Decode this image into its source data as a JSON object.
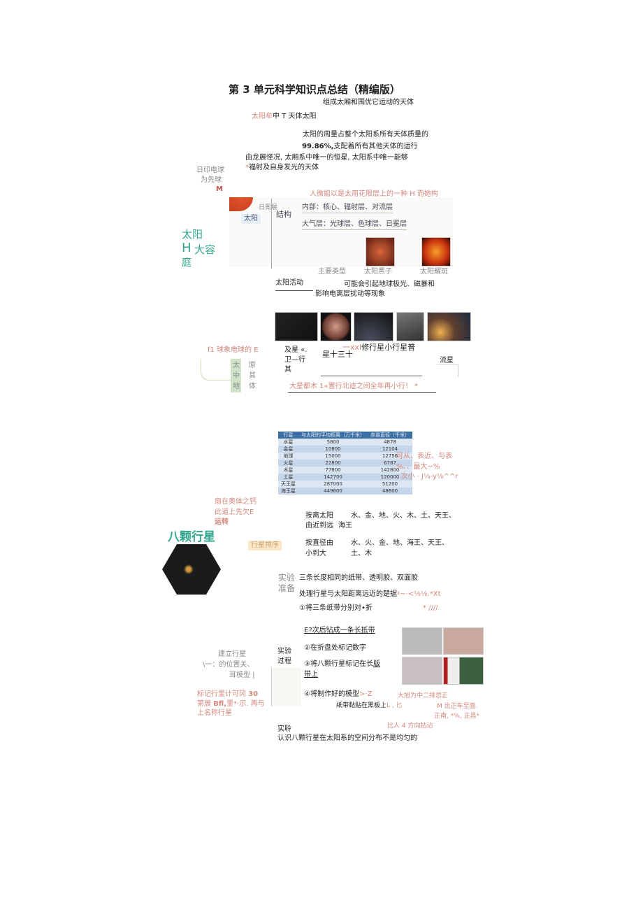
{
  "title": "第 3 单元科学知识点总结（精编版）",
  "sun": {
    "n1": "组成太厢和围优它运动的天体",
    "n2a": "太阳牟",
    "n2b": "中 T 天体太阳",
    "n3": "太阳的周量占整个太阳系所有天体质量的",
    "n4a": "99.86%,",
    "n4b": "支配着所有其他天体的运行",
    "n5": "由龙展怪况, 太厢系中唯一的恒星, 太阳系中唯一能够",
    "n6a": "*",
    "n6b": "福射及自身发光的天体",
    "left1": "日印电球",
    "left2": "为先球",
    "left3": "M",
    "n7": "人微姐以是太用花限层上的一种 H 而她构",
    "corona": "日冕层",
    "node": "太阳",
    "structure": "结构",
    "inner": "内部：核心、辐射层、对流层",
    "atmos": "大气层：光球层、色球层、日冕层",
    "family1": "太阳",
    "family2": "H",
    "family3": "大容",
    "family4": "庭",
    "types": "主要类型",
    "sunspot": "太阳黑子",
    "flare": "太阳耀斑",
    "activity": "太阳活动",
    "effect1": "可能会引起地球极光、磁暴和",
    "effect2": "影响电离层扰动等现象"
  },
  "bodies": {
    "note1": "f1 球象电球的 E",
    "col1": "原",
    "col2": "其",
    "col3": "体",
    "vert1": "太",
    "vert2": "中",
    "vert3": "地",
    "t1": "及星 «.",
    "t2": "卫—行",
    "t3": "其",
    "t4a": "一xxl",
    "t4b": "修行星小行星普",
    "t5": "星十三十",
    "meteor": "流星",
    "note2": "大星都木 1«置行北迪之间全年再小行！ *"
  },
  "table": {
    "headers": [
      "行星",
      "与太阳的平均距离（万千米）",
      "赤道直径（千米）"
    ],
    "rows": [
      [
        "水星",
        "5800",
        "4878"
      ],
      [
        "金星",
        "10800",
        "12104"
      ],
      [
        "地球",
        "15000",
        "12756"
      ],
      [
        "火星",
        "22800",
        "6787"
      ],
      [
        "木星",
        "77800",
        "142800"
      ],
      [
        "土星",
        "142700",
        "120000"
      ],
      [
        "天王星",
        "287000",
        "51200"
      ],
      [
        "海王星",
        "449600",
        "48600"
      ]
    ],
    "side1": "可从、表近、与表",
    "side2": "%、、最大~%",
    "side3": ", 次小 · J⅛-y⅛^^r"
  },
  "planets": {
    "n1": "扇在奥体之钙",
    "n2": "此道上先欠E",
    "n3": "运转",
    "title": "八颗行星",
    "sort": "行星排序",
    "d1": "按离太阳",
    "d2": "由近到远",
    "d3": "水、金、地、火、木、土、天王、",
    "d4": "海王",
    "s1": "按直径由",
    "s2": "小到大",
    "s3": "水、火、金、地、海王、天王、",
    "s4": "土、木",
    "prep1": "实验",
    "prep2": "准备",
    "p1": "三条长度相同的纸带、透明胶、双面胶",
    "p2a": "处理行星与太阳距离远近的楚据",
    "p2b": "ˠ~·<⅛⅛.*Xt",
    "p3": "①将三条纸带分别对•折",
    "p3b": "* ////",
    "p4": "E?次后钻成一条长抵带",
    "p5": "②在折盘处标记数字",
    "p6a": "③将八颗行星标记在长",
    "p6b": "版",
    "p6c": "带上",
    "p7a": "④将制作好的模型",
    "p7b": ">·Z",
    "p8a": "纸带黏贴在黑板上",
    "p8b": "L , 匕",
    "proc1": "实验",
    "proc2": "过程",
    "l1": "建立行星",
    "l2": "\\一：的位置关、",
    "l3": "耳模型 |",
    "l4a": "标记行里计可冈 ",
    "l4b": "30",
    "l5a": "第展 ",
    "l5b": "Bfl,",
    "l5c": "里*·示. 再与",
    "l6": "上名称行星",
    "r1": "大旭为中二排忌正",
    "r2": "M 比正车至面.",
    "r3": "正南, *%, 正昌*",
    "r4": "比人 4 方向拈沾",
    "concl1": "实聆",
    "concl2": "认识八颗行星在太阳系的空间分布不是均匀的"
  },
  "colors": {
    "pink": "#d2877c",
    "teal": "#2fa58c",
    "text": "#222222",
    "table_header": "#3c6fa5"
  }
}
